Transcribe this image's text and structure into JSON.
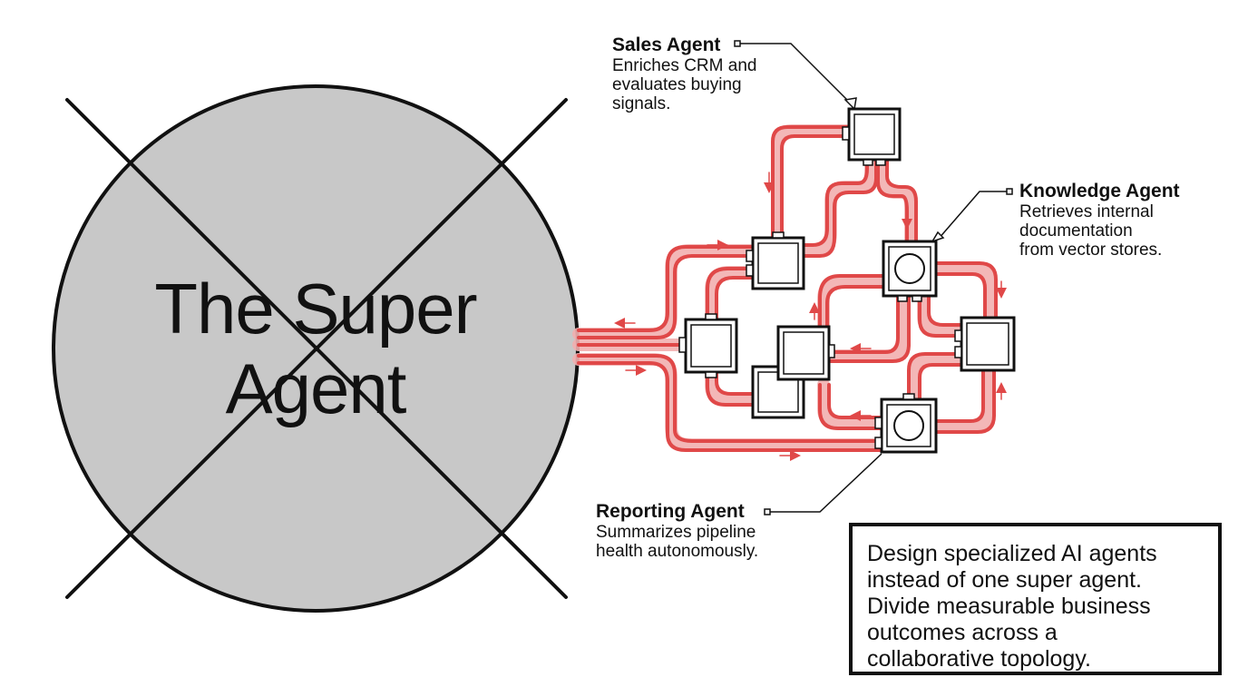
{
  "super_agent": {
    "title_line1": "The Super",
    "title_line2": "Agent"
  },
  "agents": [
    {
      "name": "Sales Agent",
      "description": [
        "Enriches CRM and",
        "evaluates buying",
        "signals."
      ]
    },
    {
      "name": "Knowledge Agent",
      "description": [
        "Retrieves internal",
        "documentation",
        "from vector stores."
      ]
    },
    {
      "name": "Reporting Agent",
      "description": [
        "Summarizes pipeline",
        "health autonomously."
      ]
    }
  ],
  "callout": {
    "lines": [
      "Design specialized AI agents",
      "instead of one super agent.",
      "Divide measurable business",
      "outcomes across a",
      "collaborative topology."
    ]
  },
  "colors": {
    "circle_fill": "#c8c8c8",
    "stroke": "#111111",
    "connector": "#e04848",
    "connector_light": "#f5b8b8"
  }
}
